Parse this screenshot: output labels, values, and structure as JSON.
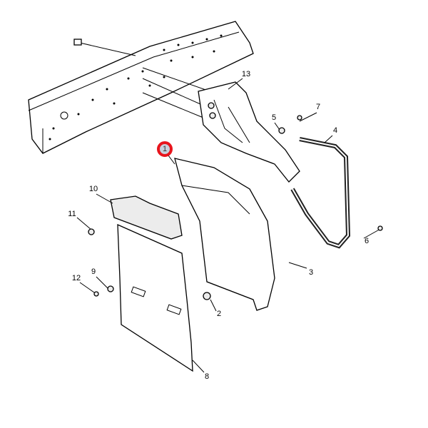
{
  "diagram": {
    "highlight_color": "#e8141c",
    "highlighted_callout": "1",
    "callouts": [
      "1",
      "2",
      "3",
      "4",
      "5",
      "6",
      "7",
      "8",
      "9",
      "10",
      "11",
      "12",
      "13"
    ]
  }
}
